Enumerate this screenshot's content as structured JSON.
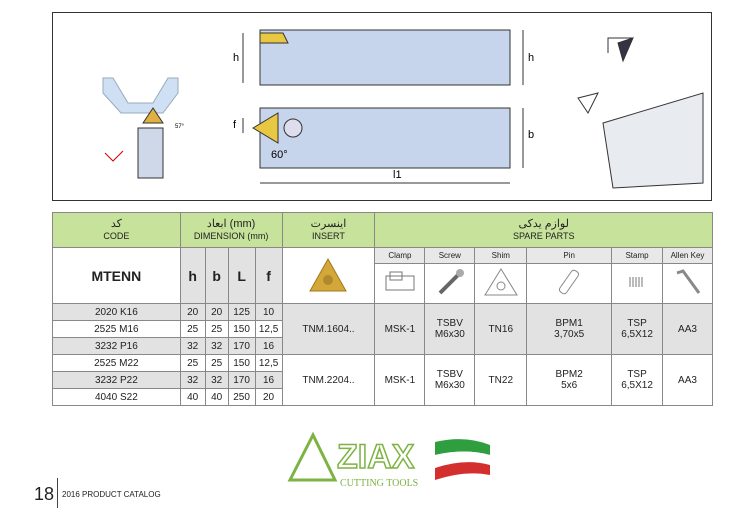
{
  "header": {
    "code_fa": "کد",
    "code": "CODE",
    "dim_fa": "ابعاد (mm)",
    "dim": "DIMENSION (mm)",
    "insert_fa": "اینسرت",
    "insert": "INSERT",
    "spare_fa": "لوازم یدکی",
    "spare": "SPARE PARTS"
  },
  "series": "MTENN",
  "dim_cols": [
    "h",
    "b",
    "L",
    "f"
  ],
  "spare_cols": [
    "Clamp",
    "Screw",
    "Shim",
    "Pin",
    "Stamp",
    "Allen Key"
  ],
  "drawing": {
    "label_h": "h",
    "label_b": "b",
    "label_f": "f",
    "label_l1": "l1",
    "angle": "60°",
    "angle_small": "57°"
  },
  "rows": [
    {
      "code": "2020 K16",
      "h": "20",
      "b": "20",
      "L": "125",
      "f": "10"
    },
    {
      "code": "2525 M16",
      "h": "25",
      "b": "25",
      "L": "150",
      "f": "12,5"
    },
    {
      "code": "3232 P16",
      "h": "32",
      "b": "32",
      "L": "170",
      "f": "16"
    },
    {
      "code": "2525 M22",
      "h": "25",
      "b": "25",
      "L": "150",
      "f": "12,5"
    },
    {
      "code": "3232 P22",
      "h": "32",
      "b": "32",
      "L": "170",
      "f": "16"
    },
    {
      "code": "4040 S22",
      "h": "40",
      "b": "40",
      "L": "250",
      "f": "20"
    }
  ],
  "groups": [
    {
      "insert": "TNM.1604..",
      "clamp": "MSK-1",
      "screw1": "TSBV",
      "screw2": "M6x30",
      "shim": "TN16",
      "pin1": "BPM1",
      "pin2": "3,70x5",
      "stamp1": "TSP",
      "stamp2": "6,5X12",
      "allen": "AA3"
    },
    {
      "insert": "TNM.2204..",
      "clamp": "MSK-1",
      "screw1": "TSBV",
      "screw2": "M6x30",
      "shim": "TN22",
      "pin1": "BPM2",
      "pin2": "5x6",
      "stamp1": "TSP",
      "stamp2": "6,5X12",
      "allen": "AA3"
    }
  ],
  "footer": {
    "page": "18",
    "catalog": "2016 PRODUCT CATALOG",
    "logo": "ZIAX",
    "logo_sub": "CUTTING TOOLS"
  }
}
